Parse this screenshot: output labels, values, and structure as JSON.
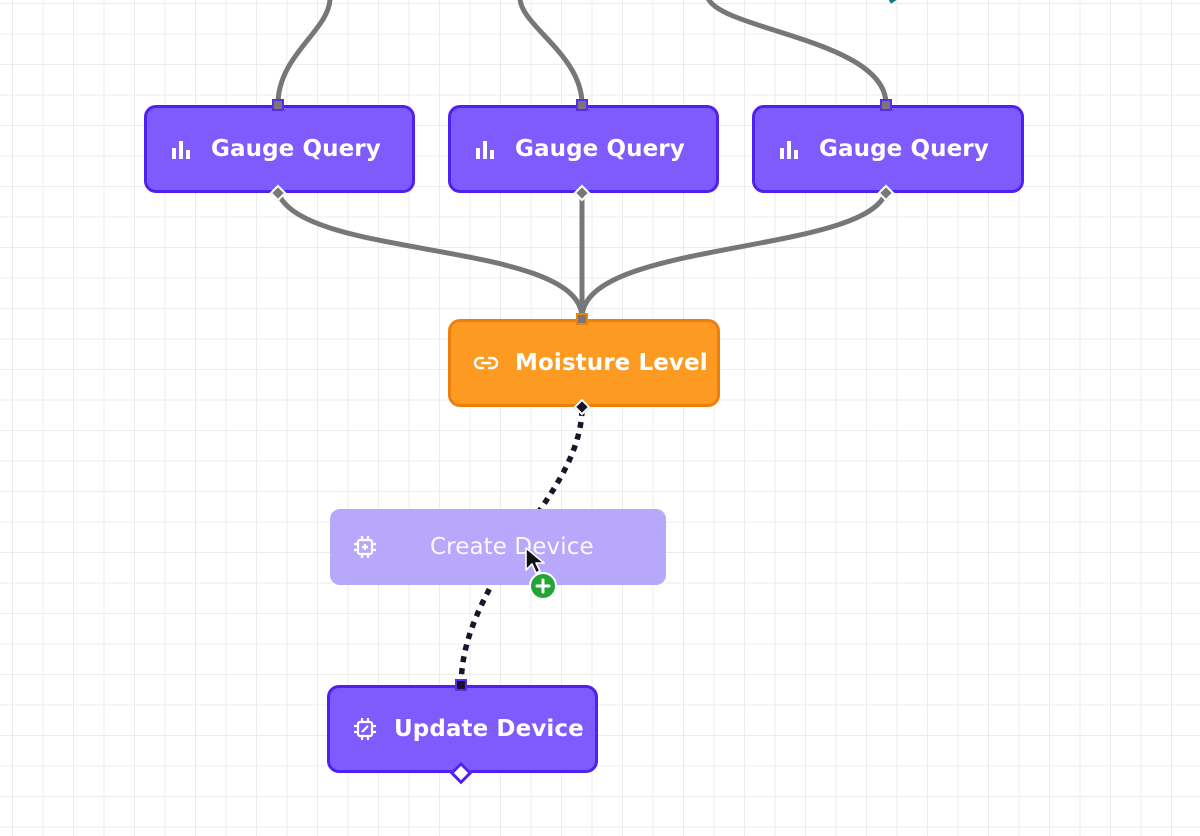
{
  "nodes": {
    "gauge_query_1": {
      "label": "Gauge Query",
      "icon": "bar-chart-icon"
    },
    "gauge_query_2": {
      "label": "Gauge Query",
      "icon": "bar-chart-icon"
    },
    "gauge_query_3": {
      "label": "Gauge Query",
      "icon": "bar-chart-icon"
    },
    "moisture_level": {
      "label": "Moisture Level",
      "icon": "link-icon"
    },
    "create_device_ghost": {
      "label": "Create Device",
      "icon": "chip-add-icon"
    },
    "update_device": {
      "label": "Update Device",
      "icon": "chip-edit-icon"
    }
  },
  "drag": {
    "cursor": "arrow-cursor-icon",
    "badge": "plus-icon"
  },
  "colors": {
    "node_purple": "#7f5afc",
    "node_purple_border": "#4f20f0",
    "node_orange": "#fc9a22",
    "node_orange_border": "#ef7f0c",
    "ghost_purple": "#b8a8fc",
    "wire": "#777777",
    "pending_wire": "#161628",
    "add_badge": "#22a536",
    "offscreen_wire": "#0e7a86"
  }
}
